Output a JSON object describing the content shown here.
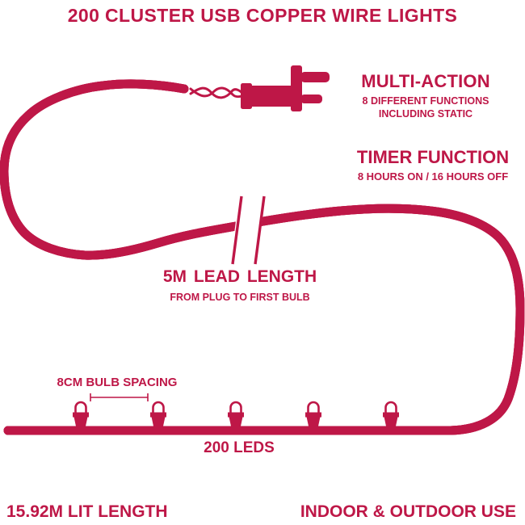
{
  "colors": {
    "accent": "#BE1747",
    "background": "#FFFFFF"
  },
  "title": "200 CLUSTER USB COPPER WIRE LIGHTS",
  "features": {
    "multi_action": {
      "heading": "MULTI-ACTION",
      "sub_line1": "8 DIFFERENT FUNCTIONS",
      "sub_line2": "INCLUDING STATIC"
    },
    "timer": {
      "heading": "TIMER FUNCTION",
      "sub": "8 HOURS ON / 16 HOURS OFF"
    },
    "lead_length": {
      "heading": "5M LEAD LENGTH",
      "sub": "FROM PLUG TO FIRST BULB"
    },
    "bulb_spacing": {
      "label": "8CM BULB SPACING"
    },
    "leds": {
      "label": "200 LEDS"
    },
    "lit_length": {
      "label": "15.92M LIT LENGTH"
    },
    "usage": {
      "label": "INDOOR & OUTDOOR USE"
    }
  },
  "icons": {
    "plug": "usb-plug-icon",
    "bulb": "led-bulb-icon",
    "wire": "twisted-wire",
    "break_marks": "wire-break-marks-icon",
    "measure_line": "spacing-measurement-line"
  },
  "bulb_count_shown": 5
}
